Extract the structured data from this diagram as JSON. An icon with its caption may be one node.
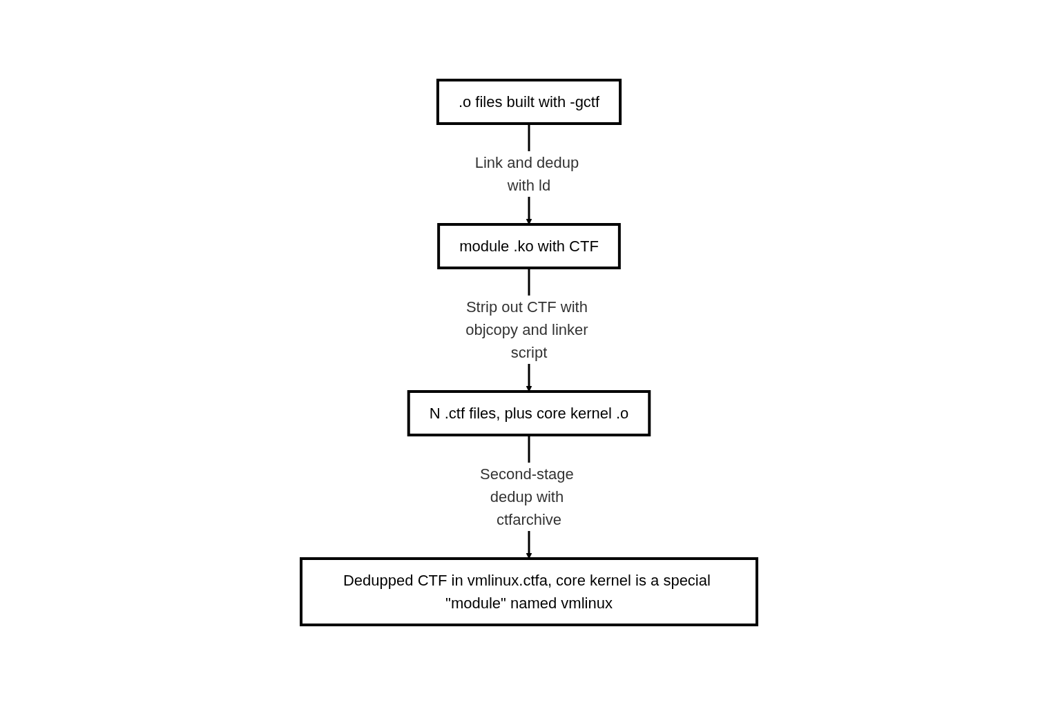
{
  "diagram": {
    "nodes": [
      {
        "text": [
          ".o files built with -gctf"
        ]
      },
      {
        "text": [
          "module .ko with CTF"
        ]
      },
      {
        "text": [
          "N .ctf files, plus core kernel .o"
        ]
      },
      {
        "text": [
          "Dedupped CTF in vmlinux.ctfa, core kernel is a special \"module\" named vmlinux"
        ]
      }
    ],
    "edges": [
      {
        "from": 0,
        "to": 1,
        "arrow": "to",
        "label": "Link and dedup with ld"
      },
      {
        "from": 1,
        "to": 2,
        "arrow": "to",
        "label": "Strip out CTF with objcopy and linker script"
      },
      {
        "from": 2,
        "to": 3,
        "arrow": "to",
        "label": "Second-stage dedup with ctfarchive"
      }
    ]
  }
}
